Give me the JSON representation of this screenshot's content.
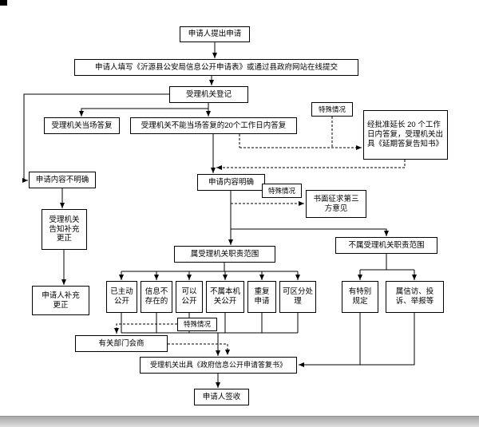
{
  "colors": {
    "line": "#000000",
    "box_background": "#ffffff",
    "bottom_bar": "#b5b5b5"
  },
  "nodes": {
    "start": {
      "label": "申请人提出申请"
    },
    "fill_form": {
      "label": "申请人填写《沂源县公安局信息公开申请表》或通过县政府网站在线提交"
    },
    "register": {
      "label": "受理机关登记"
    },
    "onspot": {
      "label": "受理机关当场答复"
    },
    "within20": {
      "label": "受理机关不能当场答复的20个工作日内答复"
    },
    "special1": {
      "label": "特殊情况"
    },
    "extend": {
      "label": "经批准延长 20 个工作日内答复，受理机关出具《延期答复告知书》"
    },
    "unclear": {
      "label": "申请内容不明确"
    },
    "clear": {
      "label": "申请内容明确"
    },
    "special2": {
      "label": "特殊情况"
    },
    "third_party": {
      "label": "书面征求第三方意见"
    },
    "inform_correct": {
      "label": "受理机关告知补充更正"
    },
    "in_scope": {
      "label": "属受理机关职责范围"
    },
    "out_scope": {
      "label": "不属受理机关职责范围"
    },
    "applicant_correct": {
      "label": "申请人补充更正"
    },
    "proactive": {
      "label": "已主动公开"
    },
    "not_exist": {
      "label": "信息不存在的"
    },
    "can_open": {
      "label": "可以公开"
    },
    "not_this_org": {
      "label": "不属本机关公开"
    },
    "repeat": {
      "label": "重复申请"
    },
    "separable": {
      "label": "可区分处理"
    },
    "special_rules": {
      "label": "有特别规定"
    },
    "petition": {
      "label": "属信访、投诉、举报等"
    },
    "special3": {
      "label": "特殊情况"
    },
    "consult": {
      "label": "有关部门会商"
    },
    "reply_doc": {
      "label": "受理机关出具《政府信息公开申请答复书》"
    },
    "sign": {
      "label": "申请人签收"
    }
  },
  "edges": [
    {
      "from": "start",
      "to": "fill_form",
      "style": "solid"
    },
    {
      "from": "fill_form",
      "to": "register",
      "style": "solid"
    },
    {
      "from": "register",
      "to": "onspot",
      "style": "solid"
    },
    {
      "from": "register",
      "to": "within20",
      "style": "solid"
    },
    {
      "from": "register",
      "to": "unclear",
      "style": "solid"
    },
    {
      "from": "within20",
      "to": "clear",
      "style": "solid"
    },
    {
      "from": "within20",
      "to": "extend",
      "style": "dashed",
      "label": "特殊情况"
    },
    {
      "from": "extend",
      "to": "clear",
      "style": "dashed"
    },
    {
      "from": "unclear",
      "to": "inform_correct",
      "style": "solid"
    },
    {
      "from": "inform_correct",
      "to": "applicant_correct",
      "style": "solid"
    },
    {
      "from": "clear",
      "to": "in_scope",
      "style": "solid"
    },
    {
      "from": "clear",
      "to": "out_scope",
      "style": "solid"
    },
    {
      "from": "clear",
      "to": "third_party",
      "style": "dashed",
      "label": "特殊情况"
    },
    {
      "from": "in_scope",
      "to": "proactive",
      "style": "solid"
    },
    {
      "from": "in_scope",
      "to": "not_exist",
      "style": "solid"
    },
    {
      "from": "in_scope",
      "to": "can_open",
      "style": "solid"
    },
    {
      "from": "in_scope",
      "to": "not_this_org",
      "style": "solid"
    },
    {
      "from": "in_scope",
      "to": "repeat",
      "style": "solid"
    },
    {
      "from": "in_scope",
      "to": "separable",
      "style": "solid"
    },
    {
      "from": "out_scope",
      "to": "special_rules",
      "style": "solid"
    },
    {
      "from": "out_scope",
      "to": "petition",
      "style": "solid"
    },
    {
      "from": "outcomes",
      "to": "reply_doc",
      "style": "solid"
    },
    {
      "from": "special3",
      "to": "consult",
      "style": "dashed"
    },
    {
      "from": "consult",
      "to": "reply_doc",
      "style": "dashed"
    },
    {
      "from": "reply_doc",
      "to": "sign",
      "style": "solid"
    }
  ]
}
